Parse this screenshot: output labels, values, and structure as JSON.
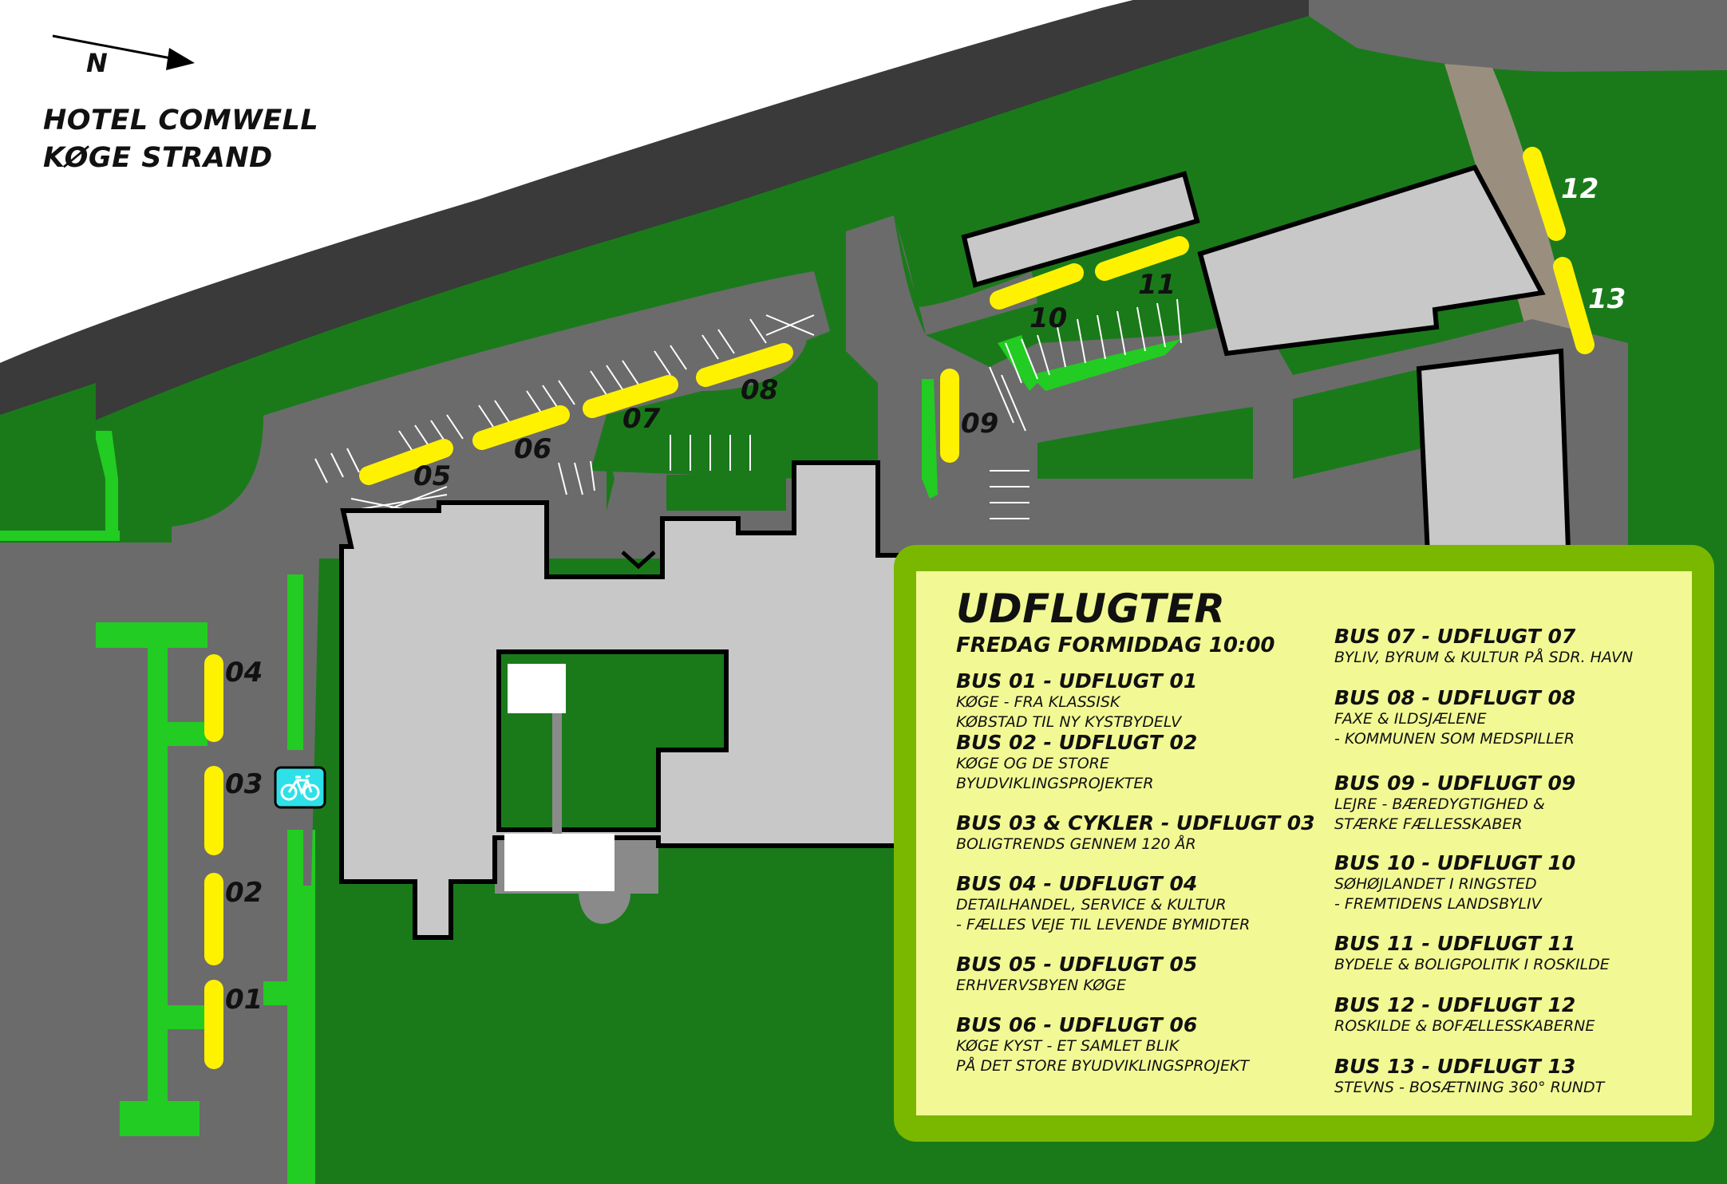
{
  "title": {
    "line1": "HOTEL COMWELL",
    "line2": "KØGE STRAND"
  },
  "compass": {
    "label": "N"
  },
  "colors": {
    "grass": "#1a7a1a",
    "road_dark": "#3a3a3a",
    "asphalt": "#707070",
    "building": "#c8c8c8",
    "bus_stop": "#fff200",
    "bright_green": "#22cc22",
    "panel_border": "#7ab800",
    "panel_fill": "#f2f994",
    "bicycle_sign": "#2ee0e8"
  },
  "map_labels": {
    "stop_01": "01",
    "stop_02": "02",
    "stop_03": "03",
    "stop_04": "04",
    "stop_05": "05",
    "stop_06": "06",
    "stop_07": "07",
    "stop_08": "08",
    "stop_09": "09",
    "stop_10": "10",
    "stop_11": "11",
    "stop_12": "12",
    "stop_13": "13"
  },
  "bicycle_icon": "bicycle-icon",
  "panel": {
    "title": "UDFLUGTER",
    "subtitle": "FREDAG FORMIDDAG 10:00",
    "left": [
      {
        "heading": "BUS 01 - UDFLUGT 01",
        "lines": [
          "KØGE - FRA KLASSISK",
          "KØBSTAD TIL NY KYSTBYDELV"
        ]
      },
      {
        "heading": "BUS 02 - UDFLUGT 02",
        "lines": [
          "KØGE OG DE STORE",
          "BYUDVIKLINGSPROJEKTER"
        ]
      },
      {
        "heading": "BUS 03 & CYKLER - UDFLUGT 03",
        "lines": [
          "BOLIGTRENDS GENNEM 120 ÅR"
        ]
      },
      {
        "heading": "BUS 04 - UDFLUGT 04",
        "lines": [
          "DETAILHANDEL, SERVICE & KULTUR",
          "- FÆLLES VEJE TIL LEVENDE BYMIDTER"
        ]
      },
      {
        "heading": "BUS 05 - UDFLUGT 05",
        "lines": [
          "ERHVERVSBYEN KØGE"
        ]
      },
      {
        "heading": "BUS 06 - UDFLUGT 06",
        "lines": [
          "KØGE KYST - ET SAMLET BLIK",
          "PÅ DET STORE BYUDVIKLINGSPROJEKT"
        ]
      }
    ],
    "right": [
      {
        "heading": "BUS 07 - UDFLUGT 07",
        "lines": [
          "BYLIV, BYRUM & KULTUR PÅ SDR. HAVN"
        ]
      },
      {
        "heading": "BUS 08 - UDFLUGT 08",
        "lines": [
          "FAXE & ILDSJÆLENE",
          "- KOMMUNEN SOM MEDSPILLER"
        ]
      },
      {
        "heading": "BUS 09 - UDFLUGT 09",
        "lines": [
          "LEJRE - BÆREDYGTIGHED &",
          "STÆRKE FÆLLESSKABER"
        ]
      },
      {
        "heading": "BUS 10 - UDFLUGT 10",
        "lines": [
          "SØHØJLANDET I RINGSTED",
          "- FREMTIDENS LANDSBYLIV"
        ]
      },
      {
        "heading": "BUS 11 - UDFLUGT 11",
        "lines": [
          "BYDELE & BOLIGPOLITIK I ROSKILDE"
        ]
      },
      {
        "heading": "BUS 12 - UDFLUGT 12",
        "lines": [
          "ROSKILDE & BOFÆLLESSKABERNE"
        ]
      },
      {
        "heading": "BUS 13 - UDFLUGT 13",
        "lines": [
          "STEVNS - BOSÆTNING 360° RUNDT"
        ]
      }
    ]
  }
}
